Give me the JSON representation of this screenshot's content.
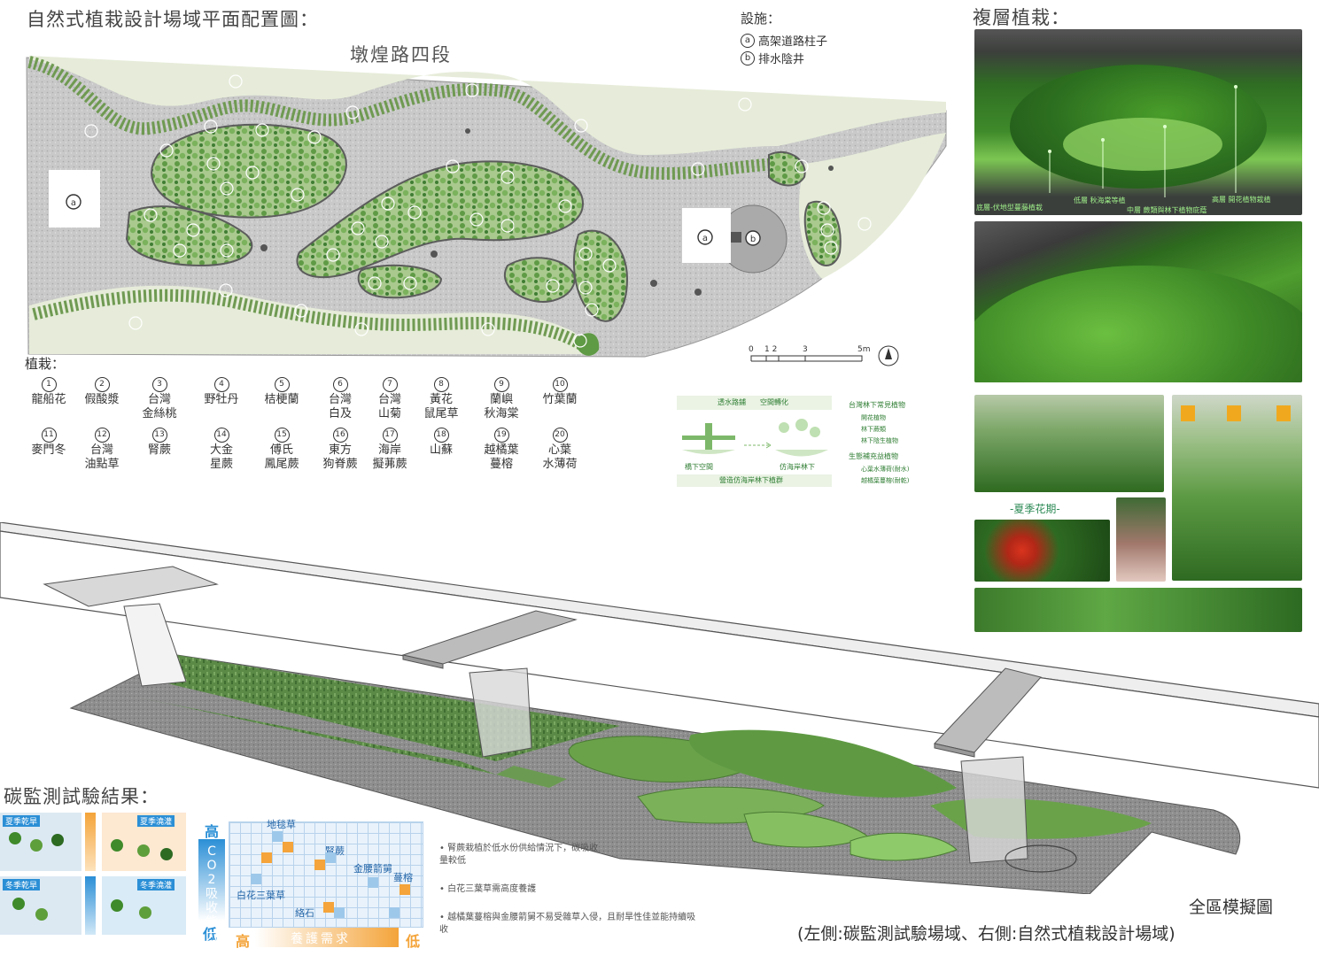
{
  "plan": {
    "title": "自然式植栽設計場域平面配置圖：",
    "road": "墩煌路四段",
    "label_a": "a",
    "label_b": "b",
    "facilities_title": "設施：",
    "facilities": [
      {
        "code": "a",
        "label": "高架道路柱子"
      },
      {
        "code": "b",
        "label": "排水陰井"
      }
    ],
    "scale_ticks": [
      "0",
      "1 2",
      "3",
      "5m"
    ]
  },
  "plants": {
    "title": "植栽：",
    "items": [
      {
        "num": "1",
        "line1": "龍船花",
        "line2": ""
      },
      {
        "num": "2",
        "line1": "假酸漿",
        "line2": ""
      },
      {
        "num": "3",
        "line1": "台灣",
        "line2": "金絲桃"
      },
      {
        "num": "4",
        "line1": "野牡丹",
        "line2": ""
      },
      {
        "num": "5",
        "line1": "桔梗蘭",
        "line2": ""
      },
      {
        "num": "6",
        "line1": "台灣",
        "line2": "白及"
      },
      {
        "num": "7",
        "line1": "台灣",
        "line2": "山菊"
      },
      {
        "num": "8",
        "line1": "黃花",
        "line2": "鼠尾草"
      },
      {
        "num": "9",
        "line1": "蘭嶼",
        "line2": "秋海棠"
      },
      {
        "num": "10",
        "line1": "竹葉蘭",
        "line2": ""
      },
      {
        "num": "11",
        "line1": "麥門冬",
        "line2": ""
      },
      {
        "num": "12",
        "line1": "台灣",
        "line2": "油點草"
      },
      {
        "num": "13",
        "line1": "腎蕨",
        "line2": ""
      },
      {
        "num": "14",
        "line1": "大金",
        "line2": "星蕨"
      },
      {
        "num": "15",
        "line1": "傅氏",
        "line2": "鳳尾蕨"
      },
      {
        "num": "16",
        "line1": "東方",
        "line2": "狗脊蕨"
      },
      {
        "num": "17",
        "line1": "海岸",
        "line2": "擬茀蕨"
      },
      {
        "num": "18",
        "line1": "山蘇",
        "line2": ""
      },
      {
        "num": "19",
        "line1": "越橘葉",
        "line2": "蔓榕"
      },
      {
        "num": "20",
        "line1": "心葉",
        "line2": "水薄荷"
      }
    ]
  },
  "layers": {
    "title": "複層植栽：",
    "ground": "底層-伏地型蔓藤植栽",
    "low": "低層 秋海棠等植",
    "mid": "中層 蕨類與林下植物庇蔭",
    "high": "高層 開花植物栽植"
  },
  "summer_label": "-夏季花期-",
  "diagram": {
    "top1": "透水路鋪",
    "top2": "空間轉化",
    "left_caption": "橋下空間",
    "right_caption": "仿海岸林下",
    "bottom": "營造仿海岸林下植群",
    "side_title": "台灣林下常見植物",
    "side_items": [
      "開花植物",
      "林下蕨類",
      "林下陰生植物"
    ],
    "side_title2": "生態補充益植物",
    "side_items2": [
      "心葉水薄荷(耐水)",
      "越橘葉蔓榕(耐乾)"
    ]
  },
  "carbon": {
    "title": "碳監測試驗結果：",
    "panels": [
      "夏季乾旱",
      "夏季澆灌",
      "冬季乾旱",
      "冬季澆灌"
    ],
    "y_high": "高",
    "y_low": "低",
    "y_axis": "CO2吸收能力",
    "x_high": "高",
    "x_low": "低",
    "x_axis": "養護需求",
    "points": [
      "地毯草",
      "腎蕨",
      "金腰箭舅",
      "蔓榕",
      "白花三葉草",
      "絡石"
    ],
    "bullets": [
      "腎蕨栽植於低水份供給情況下，碳吸收量較低",
      "白花三葉草需高度養護",
      "越橘葉蔓榕與金腰箭舅不易受雜草入侵，且耐旱性佳並能持續吸收"
    ]
  },
  "overview": {
    "caption1": "全區模擬圖",
    "caption2": "(左側:碳監測試驗場域、右側:自然式植栽設計場域)"
  },
  "colors": {
    "green": "#4a8a3a",
    "gravel": "#cfcfcf",
    "accent": "#2b8fd6",
    "orange": "#f4a43a"
  }
}
